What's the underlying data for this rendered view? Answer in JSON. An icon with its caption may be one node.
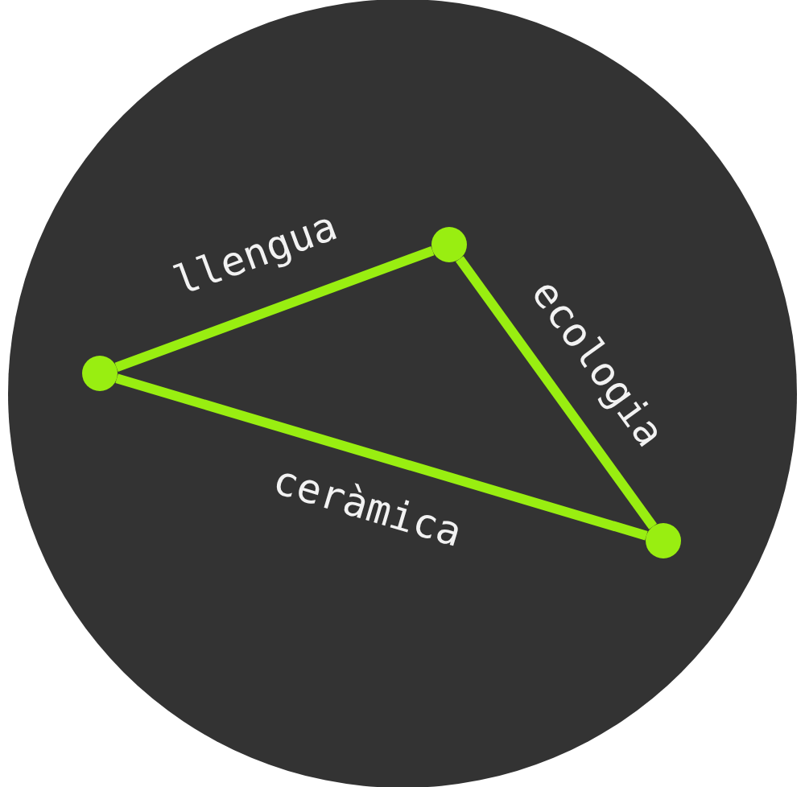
{
  "diagram": {
    "nodes": [
      {
        "text": [],
        "shape": "circle"
      },
      {
        "text": [],
        "shape": "circle"
      },
      {
        "text": [],
        "shape": "circle"
      }
    ],
    "edges": [
      {
        "from": 0,
        "to": 1,
        "arrow": "none",
        "label": "llengua"
      },
      {
        "from": 1,
        "to": 2,
        "arrow": "none",
        "label": "ecologia"
      },
      {
        "from": 0,
        "to": 2,
        "arrow": "none",
        "label": "ceràmica"
      }
    ]
  }
}
